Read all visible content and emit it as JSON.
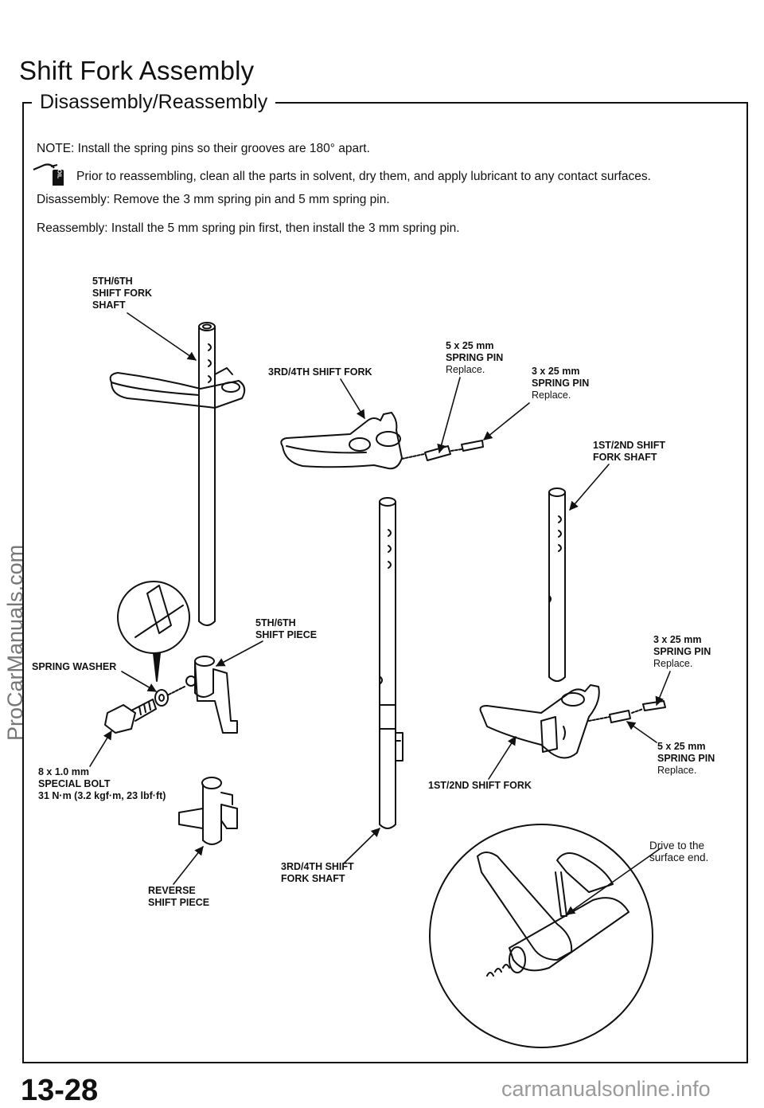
{
  "header": {
    "title": "Shift Fork Assembly",
    "section": "Disassembly/Reassembly"
  },
  "notes": {
    "note1": "NOTE:  Install the spring pins so their grooves are 180° apart.",
    "oil_note": "Prior to reassembling, clean all the parts in solvent, dry them, and apply lubricant to any contact surfaces.",
    "oil_icon_text": "OIL",
    "disassembly": "Disassembly:  Remove the 3 mm spring pin and 5 mm spring pin.",
    "reassembly": "Reassembly:  Install the 5 mm spring pin first, then install the 3 mm spring pin."
  },
  "labels": {
    "shaft_56": "5TH/6TH\nSHIFT FORK\nSHAFT",
    "fork_34": "3RD/4TH SHIFT FORK",
    "pin_5_top": {
      "size": "5 x 25 mm",
      "name": "SPRING PIN",
      "action": "Replace."
    },
    "pin_3_top": {
      "size": "3 x 25 mm",
      "name": "SPRING PIN",
      "action": "Replace."
    },
    "shaft_12": "1ST/2ND SHIFT\nFORK SHAFT",
    "piece_56": "5TH/6TH\nSHIFT PIECE",
    "spring_washer": "SPRING WASHER",
    "pin_3_bottom": {
      "size": "3 x 25 mm",
      "name": "SPRING PIN",
      "action": "Replace."
    },
    "pin_5_bottom": {
      "size": "5 x 25 mm",
      "name": "SPRING PIN",
      "action": "Replace."
    },
    "bolt": {
      "size": "8 x 1.0 mm",
      "name": "SPECIAL BOLT",
      "torque": "31 N·m (3.2 kgf·m, 23 lbf·ft)"
    },
    "fork_12": "1ST/2ND SHIFT FORK",
    "drive_note": "Drive to the\nsurface end.",
    "shaft_34": "3RD/4TH SHIFT\nFORK SHAFT",
    "reverse_piece": "REVERSE\nSHIFT PIECE"
  },
  "footer": {
    "page_number": "13-28",
    "site": "carmanualsonline.info"
  },
  "watermark": "ProCarManuals.com"
}
